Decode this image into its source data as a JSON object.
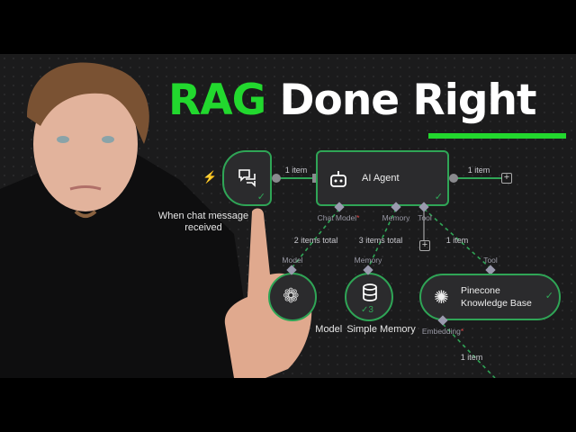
{
  "headline": {
    "part1": "RAG",
    "part2": "Done",
    "part3": "Right",
    "accent_color": "#22d82e"
  },
  "workflow": {
    "trigger": {
      "label": "When chat message received",
      "icon": "chat-bubbles-icon",
      "trigger_icon": "lightning-icon"
    },
    "agent": {
      "label": "AI Agent",
      "icon": "robot-icon"
    },
    "edge_trigger_agent": "1 item",
    "edge_agent_out": "1 item",
    "ports": {
      "chat_model": "Chat Model",
      "chat_model_required": "*",
      "memory": "Memory",
      "tool": "Tool"
    },
    "edge_counts": {
      "model": "2 items total",
      "memory": "3 items total",
      "tool": "1 item",
      "embedding": "1 item"
    },
    "sub_ports": {
      "model": "Model",
      "memory": "Memory",
      "tool": "Tool",
      "embedding": "Embedding",
      "embedding_required": "*"
    },
    "model_node": {
      "label": "Model",
      "icon": "openai-icon"
    },
    "memory_node": {
      "label": "Simple Memory",
      "icon": "database-icon",
      "badge": "3"
    },
    "pinecone_node": {
      "label_line1": "Pinecone",
      "label_line2": "Knowledge Base",
      "icon": "pinecone-icon"
    },
    "success_color": "#2fa556"
  }
}
